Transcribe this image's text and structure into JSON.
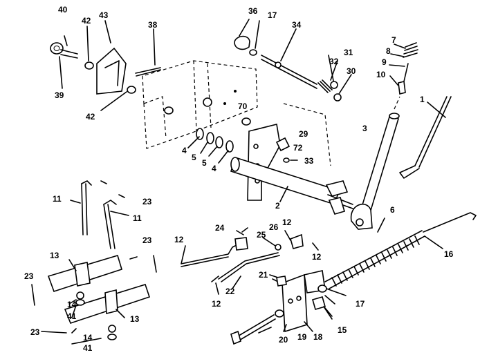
{
  "diagram": {
    "callouts": [
      "40",
      "42",
      "43",
      "38",
      "39",
      "42",
      "36",
      "17",
      "34",
      "7",
      "8",
      "9",
      "10",
      "1",
      "31",
      "32",
      "30",
      "70",
      "29",
      "72",
      "33",
      "3",
      "4",
      "5",
      "5",
      "4",
      "2",
      "11",
      "23",
      "11",
      "12",
      "24",
      "25",
      "26",
      "12",
      "12",
      "23",
      "13",
      "23",
      "12",
      "22",
      "21",
      "17",
      "16",
      "6",
      "14",
      "41",
      "13",
      "18",
      "15",
      "20",
      "19",
      "14",
      "41",
      "23"
    ]
  }
}
